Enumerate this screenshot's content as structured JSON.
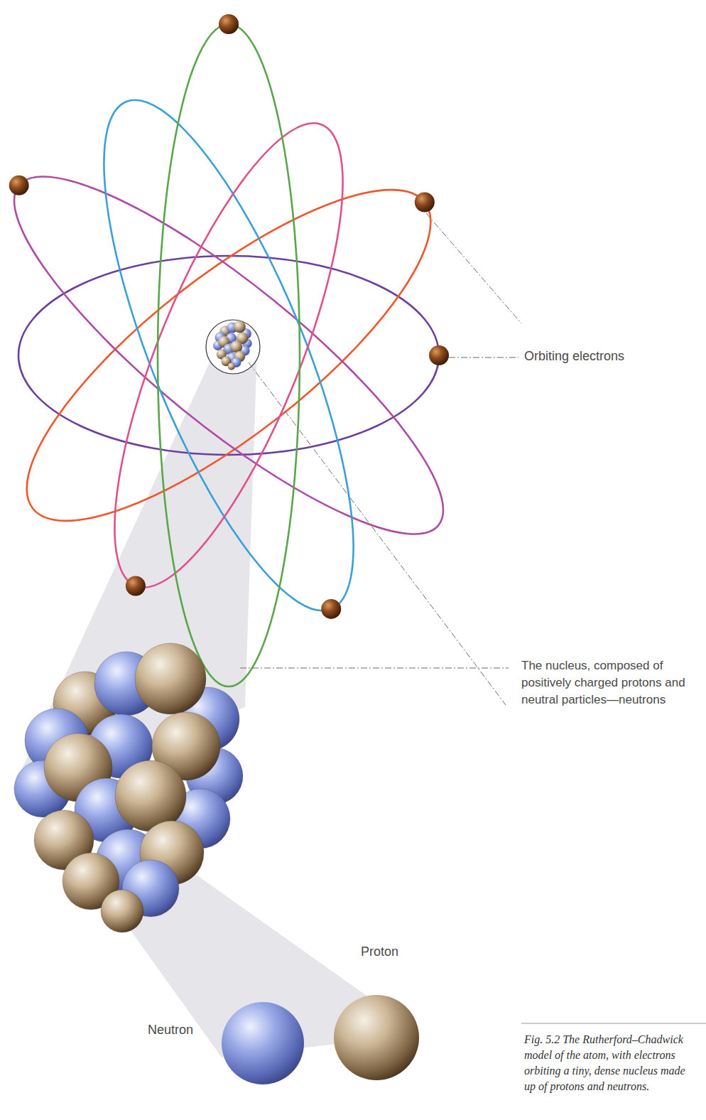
{
  "diagram": {
    "caption": "Fig. 5.2 The Rutherford–Chadwick model of the atom, with electrons orbiting a tiny, dense nucleus made up of protons and neutrons.",
    "labels": [
      "Orbiting electrons",
      "The nucleus, composed of positively charged protons and neutral particles—neutrons",
      "Proton",
      "Neutron"
    ]
  }
}
